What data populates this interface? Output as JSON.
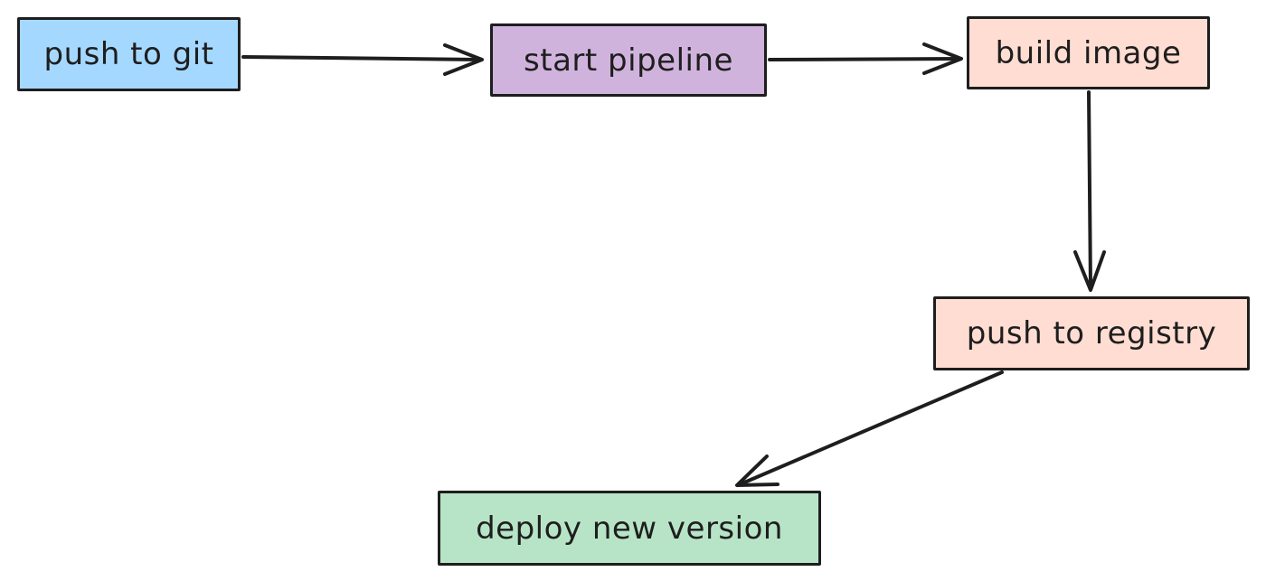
{
  "diagram": {
    "nodes": [
      {
        "id": "push-git",
        "label": "push to git",
        "fill": "#a5d8ff"
      },
      {
        "id": "start",
        "label": "start pipeline",
        "fill": "#d0b3dd"
      },
      {
        "id": "build",
        "label": "build image",
        "fill": "#ffddd2"
      },
      {
        "id": "registry",
        "label": "push to registry",
        "fill": "#ffddd2"
      },
      {
        "id": "deploy",
        "label": "deploy new version",
        "fill": "#b7e4c7"
      }
    ],
    "edges": [
      {
        "from": "push-git",
        "to": "start"
      },
      {
        "from": "start",
        "to": "build"
      },
      {
        "from": "build",
        "to": "registry"
      },
      {
        "from": "registry",
        "to": "deploy"
      }
    ],
    "stroke_color": "#1e1e1e"
  }
}
